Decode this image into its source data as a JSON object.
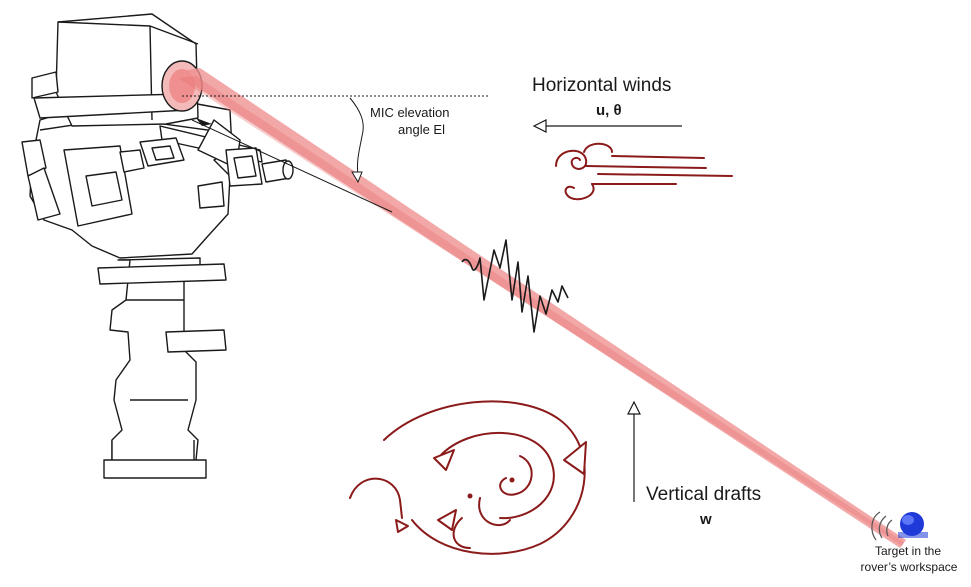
{
  "labels": {
    "horizontal_winds": "Horizontal winds",
    "horizontal_vars": "u, θ",
    "mic_line1": "MIC elevation",
    "mic_line2": "angle El",
    "vertical_drafts": "Vertical drafts",
    "vertical_var": "w",
    "target_line1": "Target in the",
    "target_line2": "rover’s workspace"
  },
  "colors": {
    "beam": "#f08f8f",
    "beam_core": "#e86f6f",
    "wind": "#8b1a1a",
    "ink": "#1a1a1a",
    "target": "#1f3ad9"
  },
  "icons": [
    "rover-mast-icon",
    "laser-beam-icon",
    "horizontal-wind-icon",
    "acoustic-wave-icon",
    "vertical-draft-icon",
    "target-spark-icon"
  ]
}
